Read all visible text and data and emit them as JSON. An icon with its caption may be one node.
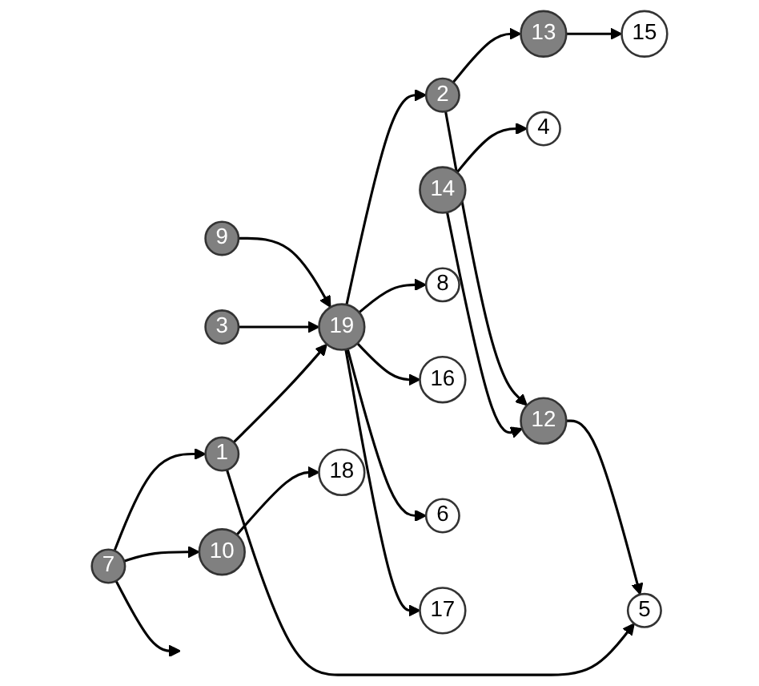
{
  "diagram": {
    "nodes": [
      {
        "text": [
          "15"
        ]
      },
      {
        "text": [
          "13"
        ]
      },
      {
        "text": [
          "4"
        ]
      },
      {
        "text": [
          "14"
        ]
      },
      {
        "text": [
          "2"
        ]
      },
      {
        "text": [
          "12"
        ]
      },
      {
        "text": [
          "8"
        ]
      },
      {
        "text": [
          "9"
        ]
      },
      {
        "text": [
          "19"
        ]
      },
      {
        "text": [
          "5"
        ]
      },
      {
        "text": [
          "18"
        ]
      },
      {
        "text": [
          "16"
        ]
      },
      {
        "text": [
          "1"
        ]
      },
      {
        "text": [
          "3"
        ]
      },
      {
        "text": [
          "10"
        ]
      },
      {
        "text": [
          "7"
        ]
      },
      {
        "text": [
          "6"
        ]
      },
      {
        "text": [
          "17"
        ]
      }
    ],
    "edges": [
      {
        "from": 8,
        "to": 6,
        "arrow": "to"
      },
      {
        "from": 7,
        "to": 8,
        "arrow": "to"
      },
      {
        "from": 8,
        "to": 11,
        "arrow": "to"
      },
      {
        "from": 13,
        "to": 8,
        "arrow": "to"
      },
      {
        "from": 8,
        "to": 16,
        "arrow": "to"
      },
      {
        "from": 8,
        "to": 17,
        "arrow": "to"
      },
      {
        "from": 8,
        "to": 4,
        "arrow": "to"
      },
      {
        "from": 12,
        "to": 8,
        "arrow": "to"
      },
      {
        "from": 4,
        "to": 1,
        "arrow": "to"
      },
      {
        "from": 1,
        "to": 0,
        "arrow": "to"
      },
      {
        "from": 4,
        "to": 5,
        "arrow": "to"
      },
      {
        "from": 3,
        "to": 5,
        "arrow": "to"
      },
      {
        "from": 3,
        "to": 2,
        "arrow": "to"
      },
      {
        "from": 5,
        "to": 9,
        "arrow": "to"
      },
      {
        "from": 12,
        "to": 9,
        "arrow": "to"
      },
      {
        "from": 15,
        "to": 12,
        "arrow": "to"
      },
      {
        "from": 15,
        "to": 14,
        "arrow": "to"
      },
      {
        "from": 14,
        "to": 10,
        "arrow": "to"
      },
      {
        "from": 15,
        "to": null,
        "arrow": "to"
      }
    ]
  }
}
